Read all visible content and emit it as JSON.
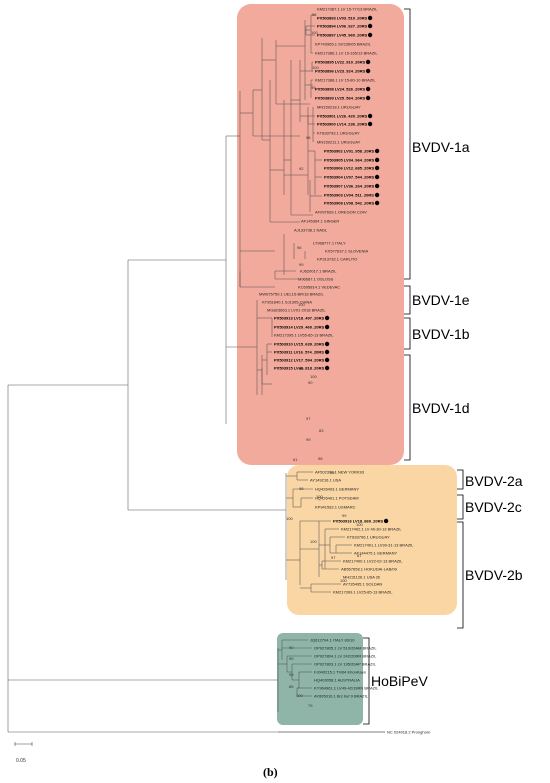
{
  "figure": {
    "caption": "(b)",
    "scale_label": "0.05"
  },
  "colors": {
    "bvdv1": "#f2aa9c",
    "bvdv2": "#fad6a5",
    "hobi": "#8fb5a8",
    "branch": "#555555"
  },
  "clades": {
    "bvdv1a": "BVDV-1a",
    "bvdv1e": "BVDV-1e",
    "bvdv1b": "BVDV-1b",
    "bvdv1d": "BVDV-1d",
    "bvdv2a": "BVDV-2a",
    "bvdv2c": "BVDV-2c",
    "bvdv2b": "BVDV-2b",
    "hobi": "HoBiPeV"
  },
  "leaves": [
    {
      "label": "KM217387.1 LV 15-77/13 BRAZIL",
      "bold": false,
      "dot": false
    },
    {
      "label": "PX503893 LV03_510_20RS",
      "bold": true,
      "dot": true
    },
    {
      "label": "PX503894 LV06_927_20RS",
      "bold": true,
      "dot": true
    },
    {
      "label": "PX503897 LV45_960_20RS",
      "bold": true,
      "dot": true
    },
    {
      "label": "KP743965.1 SV239/05 BRAZIL",
      "bold": false,
      "dot": false
    },
    {
      "label": "KM217386.1 LV 15-165/13 BRAZIL",
      "bold": false,
      "dot": false
    },
    {
      "label": "PX503895 LV22_910_20RS",
      "bold": true,
      "dot": true
    },
    {
      "label": "PX503896 LV23_924_20RS",
      "bold": true,
      "dot": true
    },
    {
      "label": "KM217388.1 LV 15-80-10 BRAZIL",
      "bold": false,
      "dot": false
    },
    {
      "label": "PX503898 LV24_526_20RS",
      "bold": true,
      "dot": true
    },
    {
      "label": "PX503899 LV25_564_20RS",
      "bold": true,
      "dot": true
    },
    {
      "label": "MN159218.1 URUGUAY",
      "bold": false,
      "dot": false
    },
    {
      "label": "PX503901 LV26_420_20RS",
      "bold": true,
      "dot": true
    },
    {
      "label": "PX503900 LV14_236_20RS",
      "bold": true,
      "dot": true
    },
    {
      "label": "KT833793.1 URUGUAY",
      "bold": false,
      "dot": false
    },
    {
      "label": "MN159211.1 URUGUAY",
      "bold": false,
      "dot": false
    },
    {
      "label": "PX503902 LV01_958_20RS",
      "bold": true,
      "dot": true
    },
    {
      "label": "PX503905 LV34_964_20RS",
      "bold": true,
      "dot": true
    },
    {
      "label": "PX503906 LV12_685_20RS",
      "bold": true,
      "dot": true
    },
    {
      "label": "PX503904 LV07_544_20RS",
      "bold": true,
      "dot": true
    },
    {
      "label": "PX503907 LV36_264_20RS",
      "bold": true,
      "dot": true
    },
    {
      "label": "PX503903 LV04_511_20RS",
      "bold": true,
      "dot": true
    },
    {
      "label": "PX503908 LV08_542_20RS",
      "bold": true,
      "dot": true
    },
    {
      "label": "AF097609.1 OREGON C24V",
      "bold": false,
      "dot": false
    },
    {
      "label": "AF145364.1 SINGER",
      "bold": false,
      "dot": false
    },
    {
      "label": "AJ133738.1 NADL",
      "bold": false,
      "dot": false
    },
    {
      "label": "LT968777.1 ITALY",
      "bold": false,
      "dot": false
    },
    {
      "label": "KX577637.1 SLOVENIA",
      "bold": false,
      "dot": false
    },
    {
      "label": "KP313732.1 CARLITO",
      "bold": false,
      "dot": false
    },
    {
      "label": "KJ620017.1 BRAZIL",
      "bold": false,
      "dot": false
    },
    {
      "label": "M96687.1 OSLOSS",
      "bold": false,
      "dot": false
    },
    {
      "label": "KC695814.1 VEDEVAC",
      "bold": false,
      "dot": false
    },
    {
      "label": "MW675750.1 UEL15-BR/18 BRAZIL",
      "bold": false,
      "dot": false
    },
    {
      "label": "KT951840.1 SJ1305 CHINA",
      "bold": false,
      "dot": false
    },
    {
      "label": "MG823663.1 LV01-2018 BRAZIL",
      "bold": false,
      "dot": false
    },
    {
      "label": "PX503913 LV18_497_20RS",
      "bold": true,
      "dot": true
    },
    {
      "label": "PX503914 LV29_460_20RS",
      "bold": true,
      "dot": true
    },
    {
      "label": "KM217395.1 LV55-85-13 BRAZIL",
      "bold": false,
      "dot": false
    },
    {
      "label": "PX503910 LV15_639_20RS",
      "bold": true,
      "dot": true
    },
    {
      "label": "PX503911 LV16_574_20RS",
      "bold": true,
      "dot": true
    },
    {
      "label": "PX503912 LV17_594_20RS",
      "bold": true,
      "dot": true
    },
    {
      "label": "PX503915 LV40_818_20RS",
      "bold": true,
      "dot": true
    },
    {
      "label": "AF502399.1 NEW YORK93",
      "bold": false,
      "dot": false
    },
    {
      "label": "AY149216.1 USA",
      "bold": false,
      "dot": false
    },
    {
      "label": "HQ426493.1 GERMANY",
      "bold": false,
      "dot": false
    },
    {
      "label": "HQ426491.1 POTSDAM",
      "bold": false,
      "dot": false
    },
    {
      "label": "KP941582.1 USMARC",
      "bold": false,
      "dot": false
    },
    {
      "label": "PX503916 LV18_869_20RS",
      "bold": true,
      "dot": true
    },
    {
      "label": "KM217402.1 LV 40-30-13 BRAZIL",
      "bold": false,
      "dot": false
    },
    {
      "label": "KT833796.1 URUGUAY",
      "bold": false,
      "dot": false
    },
    {
      "label": "KM217401.1 LV39-31-13 BRAZIL",
      "bold": false,
      "dot": false
    },
    {
      "label": "AF144475.1 GERMANY",
      "bold": false,
      "dot": false
    },
    {
      "label": "KM217400.1 LV22-02-13 BRAZIL",
      "bold": false,
      "dot": false
    },
    {
      "label": "AB567658.1 HOKUDAI-LAB/09",
      "bold": false,
      "dot": false
    },
    {
      "label": "MH231126.1 USA 2b",
      "bold": false,
      "dot": false
    },
    {
      "label": "AY735495.1 SOLDAN",
      "bold": false,
      "dot": false
    },
    {
      "label": "KM217399.1 LV25-85-13 BRAZIL",
      "bold": false,
      "dot": false
    },
    {
      "label": "JQ612704.1 ITALY 83/10",
      "bold": false,
      "dot": false
    },
    {
      "label": "OP927805.1 LV 510/20AM BRAZIL",
      "bold": false,
      "dot": false
    },
    {
      "label": "OP927804.1 LV 242/20RR BRAZIL",
      "bold": false,
      "dot": false
    },
    {
      "label": "OP927803.1 LV 195/20AP BRAZIL",
      "bold": false,
      "dot": false
    },
    {
      "label": "FJ040215.1 Th/04 KhonKaen",
      "bold": false,
      "dot": false
    },
    {
      "label": "HQ403058.1 AUSTRALIA",
      "bold": false,
      "dot": false
    },
    {
      "label": "KY964961.1 LV49-42/19RN BRAZIL",
      "bold": false,
      "dot": false
    },
    {
      "label": "AY895010.1 Brz buf 9 BRAZIL",
      "bold": false,
      "dot": false
    },
    {
      "label": "NC 024018.2 Pronghorn",
      "bold": false,
      "dot": false
    }
  ],
  "bootstrap": [
    "98",
    "100",
    "100",
    "99",
    "98",
    "92",
    "96",
    "99",
    "100",
    "89",
    "97",
    "83",
    "98",
    "99",
    "100",
    "100",
    "87",
    "100",
    "98",
    "99",
    "100",
    "90",
    "99",
    "98",
    "85",
    "100",
    "79",
    "97",
    "100",
    "90",
    "99",
    "61",
    "100"
  ]
}
